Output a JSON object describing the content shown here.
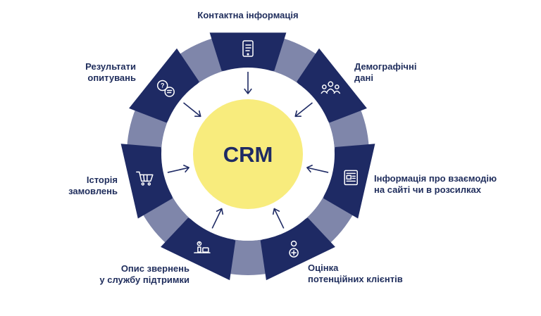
{
  "colors": {
    "navy": "#1e2a64",
    "ring_light": "#7f86aa",
    "center": "#f8ec7d",
    "icon": "#ffffff",
    "arrow": "#1e2a64",
    "text": "#1f2d5c"
  },
  "center": {
    "label": "CRM"
  },
  "segments": [
    {
      "icon": "phone-icon",
      "label_lines": [
        "Контактна інформація"
      ]
    },
    {
      "icon": "people-icon",
      "label_lines": [
        "Демографічні",
        "дані"
      ]
    },
    {
      "icon": "newsletter-icon",
      "label_lines": [
        "Інформація про взаємодію",
        "на сайті чи в розсилках"
      ]
    },
    {
      "icon": "user-plus-icon",
      "label_lines": [
        "Оцінка",
        "потенційних клієнтів"
      ]
    },
    {
      "icon": "support-desk-icon",
      "label_lines": [
        "Опис звернень",
        "у службу підтримки"
      ]
    },
    {
      "icon": "shopping-cart-icon",
      "label_lines": [
        "Історія",
        "замовлень"
      ]
    },
    {
      "icon": "survey-bubbles-icon",
      "label_lines": [
        "Результати",
        "опитувань"
      ]
    }
  ]
}
